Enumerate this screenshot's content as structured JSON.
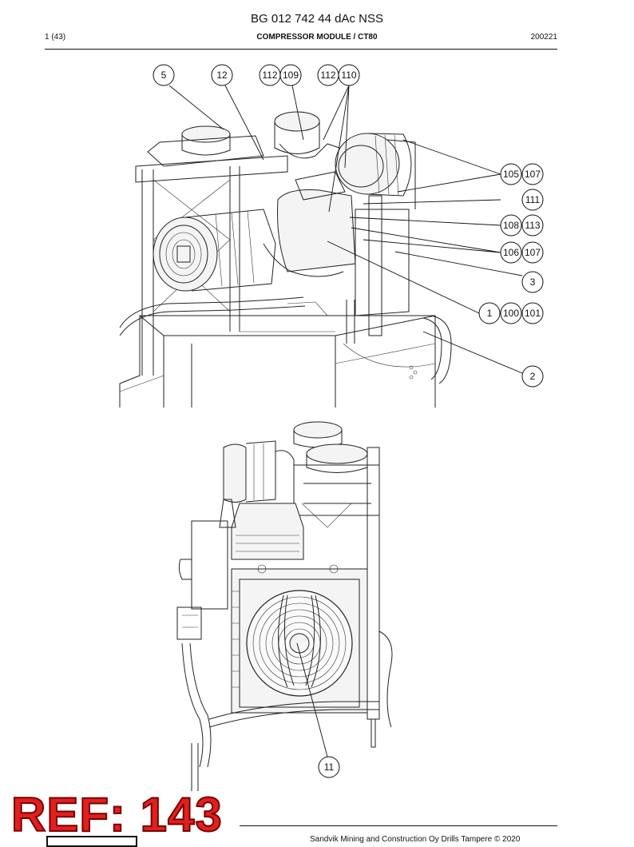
{
  "header": {
    "doc_title": "BG 012 742 44 dAc NSS",
    "page": "1 (43)",
    "module": "COMPRESSOR MODULE / CT80",
    "date": "200221"
  },
  "callouts_top": [
    "5",
    "12",
    "112",
    "109",
    "112",
    "110",
    "105",
    "107",
    "111",
    "108",
    "113",
    "106",
    "107",
    "3",
    "1",
    "100",
    "101",
    "2"
  ],
  "callouts_bottom": [
    "11"
  ],
  "stamp": {
    "text": "REF: 143",
    "color": "#e02020"
  },
  "footer": {
    "text": "Sandvik Mining and Construction Oy Drills Tampere © 2020"
  }
}
